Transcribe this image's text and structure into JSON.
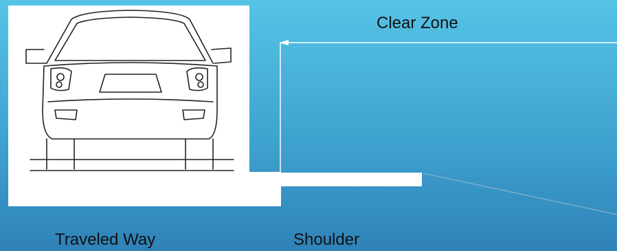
{
  "labels": {
    "clear_zone": "Clear Zone",
    "traveled_way": "Traveled Way",
    "shoulder": "Shoulder"
  },
  "colors": {
    "background_top": "#56c3e6",
    "background_bottom": "#2f82b8",
    "panel": "#ffffff",
    "text": "#111111",
    "slope_line": "#7fb0c8"
  }
}
